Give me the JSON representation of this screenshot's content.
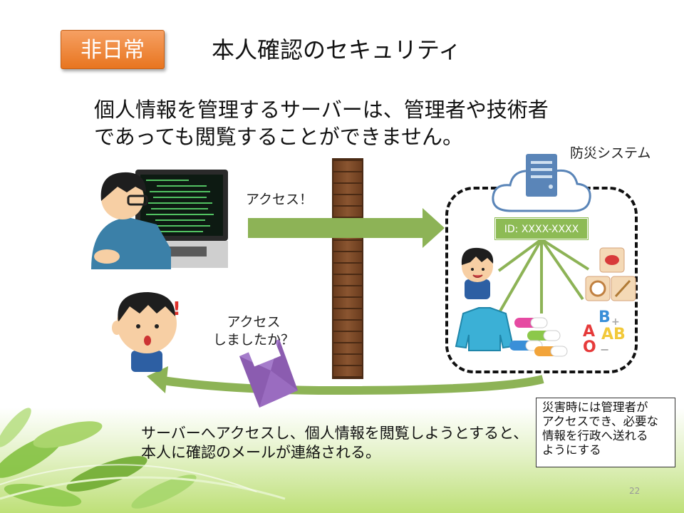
{
  "badge": "非日常",
  "title": "本人確認のセキュリティ",
  "lead": {
    "line1": "個人情報を管理するサーバーは、管理者や技術者",
    "line2": "であっても閲覧することができません。"
  },
  "system_label": "防災システム",
  "access_label": "アクセス！",
  "id_label": "ID: XXXX-XXXX",
  "access_question": {
    "line1": "アクセス",
    "line2": "しましたか？"
  },
  "exclamation": "!",
  "caption": {
    "line1": "サーバーへアクセスし、個人情報を閲覧しようとすると、",
    "line2": "本人に確認のメールが連絡される。"
  },
  "note": {
    "line1": "災害時には管理者が",
    "line2": "アクセスでき、必要な",
    "line3": "情報を行政へ送れる",
    "line4": "ようにする"
  },
  "page_number": "22",
  "colors": {
    "badge": "#ea7b25",
    "arrow": "#8db356",
    "id_box": "#8dbb55",
    "wall": "#7a4a26"
  },
  "icons": [
    "hacker-at-computer",
    "server-cloud",
    "person-avatar",
    "sweater",
    "pills",
    "blood-type-letters",
    "food-icons",
    "envelope",
    "surprised-person"
  ]
}
